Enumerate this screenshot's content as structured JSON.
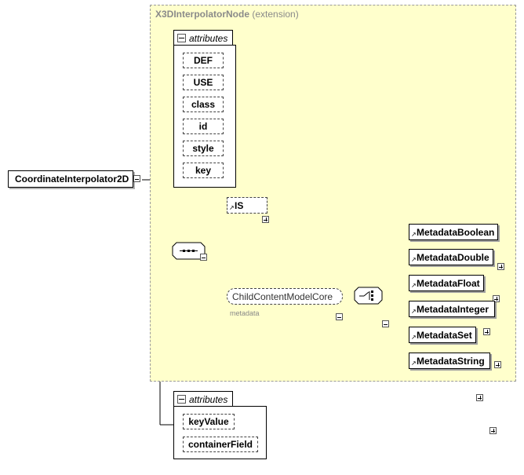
{
  "extension": {
    "name": "X3DInterpolatorNode",
    "label": "(extension)"
  },
  "root": {
    "name": "CoordinateInterpolator2D"
  },
  "attribute_groups": [
    {
      "title": "attributes",
      "items": [
        "DEF",
        "USE",
        "class",
        "id",
        "style",
        "key"
      ]
    },
    {
      "title": "attributes",
      "items": [
        "keyValue",
        "containerField"
      ]
    }
  ],
  "sequence": {
    "optional_element": "IS",
    "group_ref": "ChildContentModelCore",
    "group_caption": "metadata"
  },
  "choice_elements": [
    "MetadataBoolean",
    "MetadataDouble",
    "MetadataFloat",
    "MetadataInteger",
    "MetadataSet",
    "MetadataString"
  ],
  "colors": {
    "extension_fill": "#ffffcc",
    "line": "#000000"
  }
}
